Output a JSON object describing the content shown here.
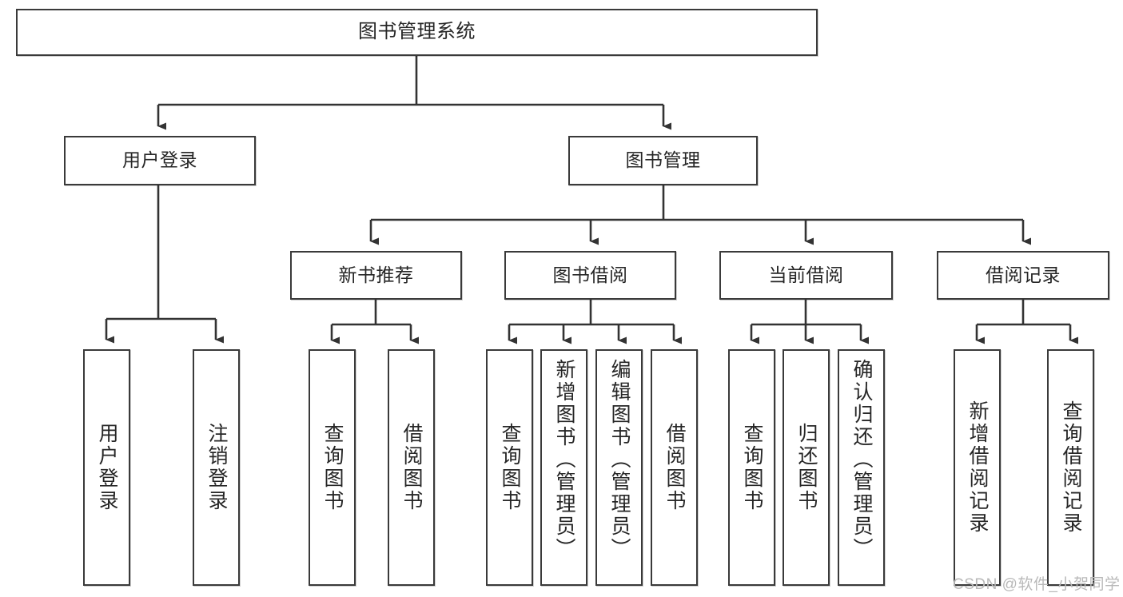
{
  "diagram": {
    "title": "图书管理系统",
    "type": "hierarchy-tree",
    "watermark": "CSDN @软件_小贺同学",
    "colors": {
      "box_border": "#3a3a3a",
      "box_fill": "#ffffff",
      "connector": "#333333",
      "text": "#262626",
      "watermark": "#b9b9b9",
      "background": "#ffffff"
    },
    "nodes": {
      "root": {
        "label": "图书管理系统"
      },
      "level2": [
        {
          "label": "用户登录"
        },
        {
          "label": "图书管理"
        }
      ],
      "level3": [
        {
          "label": "新书推荐"
        },
        {
          "label": "图书借阅"
        },
        {
          "label": "当前借阅"
        },
        {
          "label": "借阅记录"
        }
      ],
      "leaves": {
        "user_login": [
          {
            "label": "用户登录"
          },
          {
            "label": "注销登录"
          }
        ],
        "new_book_recommend": [
          {
            "label": "查询图书"
          },
          {
            "label": "借阅图书"
          }
        ],
        "book_borrow": [
          {
            "label": "查询图书"
          },
          {
            "label": "新增图书（管理员）"
          },
          {
            "label": "编辑图书（管理员）"
          },
          {
            "label": "借阅图书"
          }
        ],
        "current_borrow": [
          {
            "label": "查询图书"
          },
          {
            "label": "归还图书"
          },
          {
            "label": "确认归还（管理员）"
          }
        ],
        "borrow_record": [
          {
            "label": "新增借阅记录"
          },
          {
            "label": "查询借阅记录"
          }
        ]
      }
    }
  }
}
